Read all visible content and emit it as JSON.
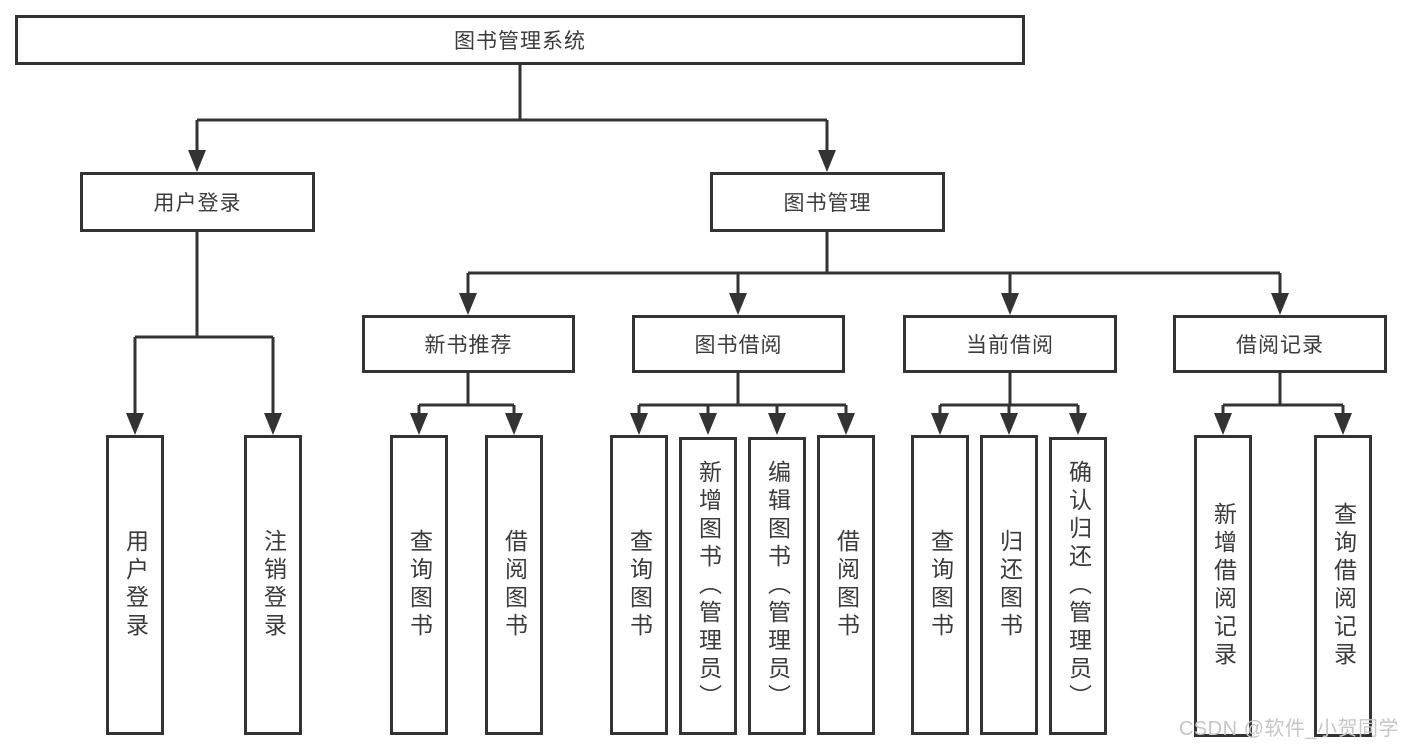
{
  "diagram": {
    "root": {
      "label": "图书管理系统"
    },
    "level1": [
      {
        "label": "用户登录"
      },
      {
        "label": "图书管理"
      }
    ],
    "level2": [
      {
        "label": "新书推荐"
      },
      {
        "label": "图书借阅"
      },
      {
        "label": "当前借阅"
      },
      {
        "label": "借阅记录"
      }
    ],
    "user_login_children": [
      {
        "label": "用户登录"
      },
      {
        "label": "注销登录"
      }
    ],
    "new_book_children": [
      {
        "label": "查询图书"
      },
      {
        "label": "借阅图书"
      }
    ],
    "book_borrow_children": [
      {
        "label": "查询图书"
      },
      {
        "label": "新增图书（管理员）"
      },
      {
        "label": "编辑图书（管理员）"
      },
      {
        "label": "借阅图书"
      }
    ],
    "current_borrow_children": [
      {
        "label": "查询图书"
      },
      {
        "label": "归还图书"
      },
      {
        "label": "确认归还（管理员）"
      }
    ],
    "record_children": [
      {
        "label": "新增借阅记录"
      },
      {
        "label": "查询借阅记录"
      }
    ],
    "watermark": "CSDN @软件_小贺同学",
    "colors": {
      "box_border": "#333333",
      "connector_line": "#333333",
      "text": "#3b3b3b",
      "background": "#ffffff",
      "watermark": "#c6c6c6"
    }
  }
}
